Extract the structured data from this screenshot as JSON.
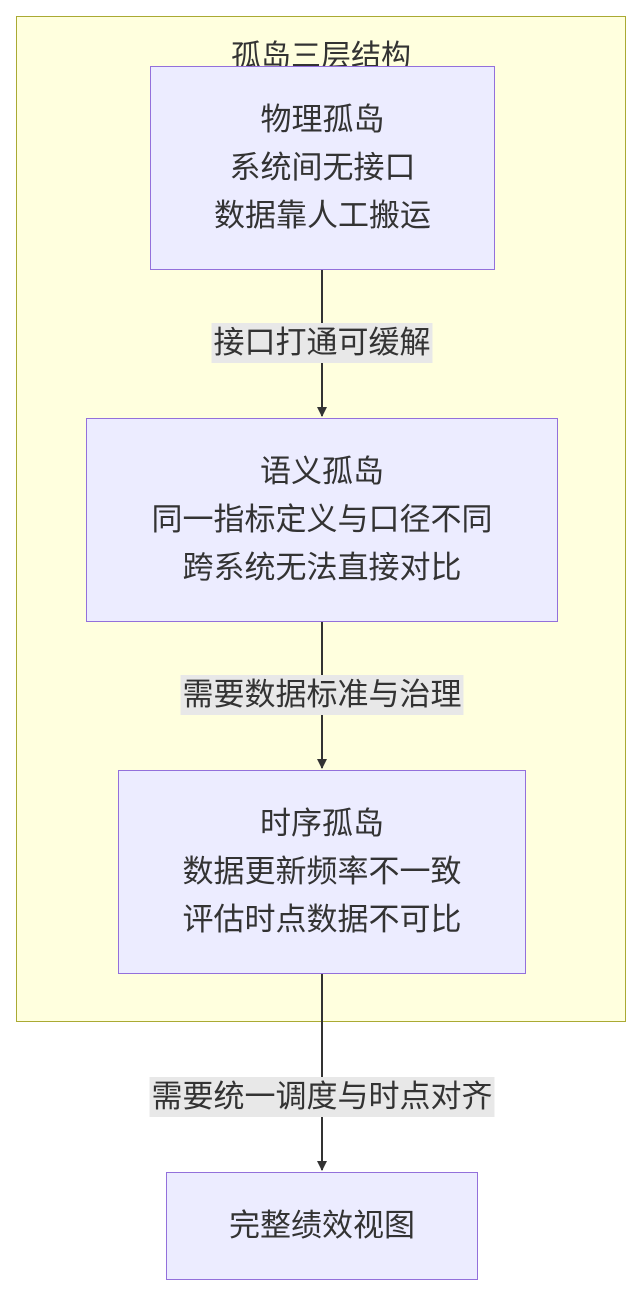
{
  "diagram": {
    "cluster": {
      "title": "孤岛三层结构"
    },
    "nodes": {
      "physical": {
        "lines": [
          "物理孤岛",
          "系统间无接口",
          "数据靠人工搬运"
        ]
      },
      "semantic": {
        "lines": [
          "语义孤岛",
          "同一指标定义与口径不同",
          "跨系统无法直接对比"
        ]
      },
      "temporal": {
        "lines": [
          "时序孤岛",
          "数据更新频率不一致",
          "评估时点数据不可比"
        ]
      },
      "complete": {
        "lines": [
          "完整绩效视图"
        ]
      }
    },
    "edges": [
      {
        "from": "physical",
        "to": "semantic",
        "label": "接口打通可缓解"
      },
      {
        "from": "semantic",
        "to": "temporal",
        "label": "需要数据标准与治理"
      },
      {
        "from": "temporal",
        "to": "complete",
        "label": "需要统一调度与时点对齐"
      }
    ]
  },
  "colors": {
    "cluster_fill": "#ffffde",
    "cluster_stroke": "#aaaa33",
    "node_fill": "#ececff",
    "node_stroke": "#9370db",
    "edge_label_bg": "#e8e8e8",
    "line": "#333333"
  }
}
